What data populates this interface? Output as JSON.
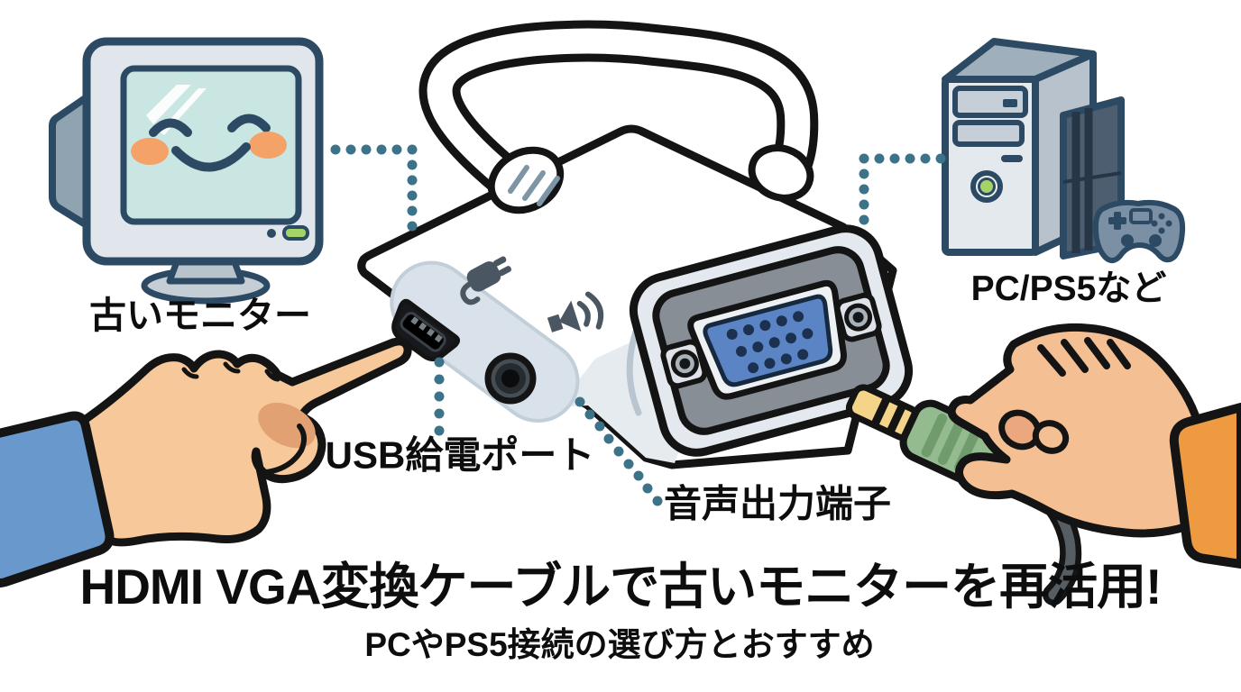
{
  "scene": {
    "background": "#ffffff",
    "labels": {
      "old_monitor": "古いモニター",
      "source_devices": "PC/PS5など",
      "usb_power_port": "USB給電ポート",
      "audio_output_jack": "音声出力端子"
    },
    "caption": {
      "title": "HDMI VGA変換ケーブルで古いモニターを再活用!",
      "subtitle": "PCやPS5接続の選び方とおすすめ"
    },
    "icons": {
      "adapter_front": [
        "power-plug-icon",
        "speaker-icon"
      ],
      "adapter_top": [
        "vga-display-icon"
      ],
      "connectors": [
        "micro-usb-port",
        "audio-jack",
        "vga-connector",
        "hdmi-cable-loop"
      ]
    },
    "colors": {
      "outline_black": "#141414",
      "illustration_outline_blue": "#2c4a63",
      "dotted_line_teal": "#3d7389",
      "monitor_screen_teal": "#c9e6e2",
      "cheek_orange": "#f4a267",
      "led_green": "#a5d36a",
      "vga_blue": "#5b84c4",
      "adapter_panel_gray": "#d9e2ea",
      "plug_green": "#94bb8f",
      "plug_tip_gold": "#f3d488",
      "skin_left_hand": "#f6c89a",
      "skin_right_hand": "#f4c093",
      "sleeve_blue": "#6898cc",
      "sleeve_orange": "#ee9a40",
      "text_black": "#0d0d0d"
    }
  }
}
